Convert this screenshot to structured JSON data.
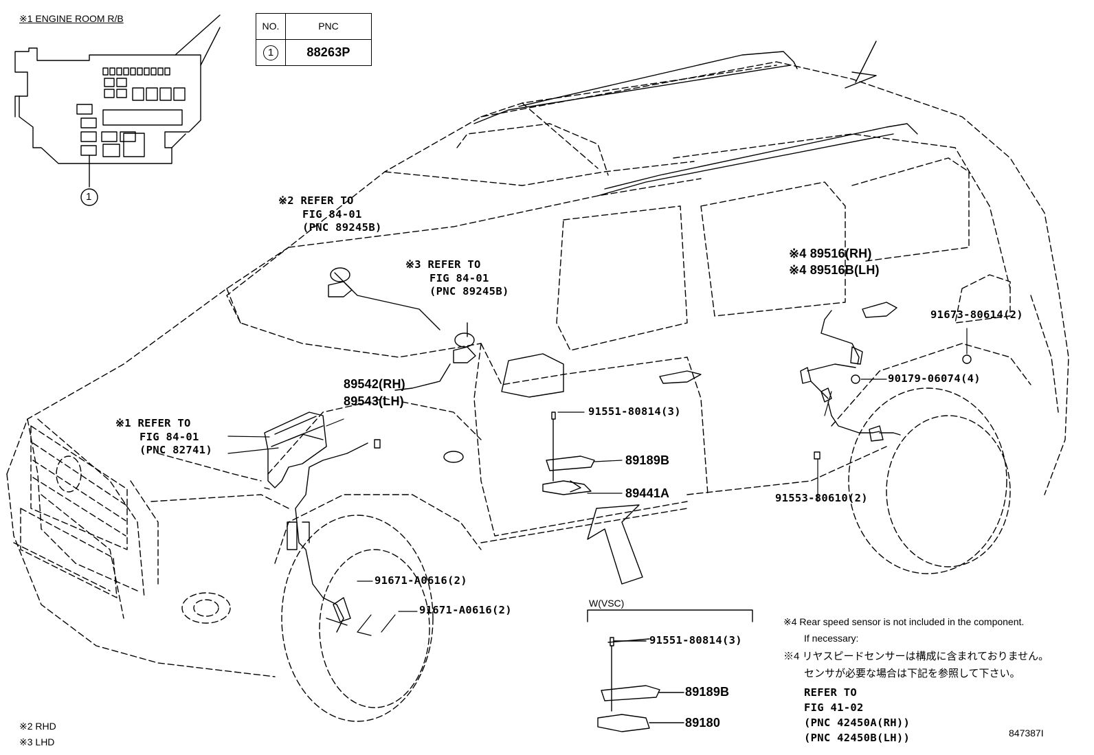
{
  "header": {
    "engine_room_title": "※1 ENGINE ROOM R/B"
  },
  "pnc_table": {
    "col_no": "NO.",
    "col_pnc": "PNC",
    "rows": [
      {
        "no": "1",
        "pnc": "88263P"
      }
    ]
  },
  "callout_1": "1",
  "refs": {
    "ref2": {
      "line1": "※2 REFER TO",
      "line2": "FIG 84-01",
      "line3": "(PNC 89245B)"
    },
    "ref3": {
      "line1": "※3 REFER TO",
      "line2": "FIG 84-01",
      "line3": "(PNC 89245B)"
    },
    "ref1": {
      "line1": "※1 REFER TO",
      "line2": "FIG 84-01",
      "line3": "(PNC 82741)"
    }
  },
  "parts": {
    "p89542": "89542(RH)",
    "p89543": "89543(LH)",
    "p89516": "※4 89516(RH)",
    "p89516b": "※4 89516B(LH)",
    "p91673": "91673-80614(2)",
    "p90179": "90179-06074(4)",
    "p91551_a": "91551-80814(3)",
    "p89189b_a": "89189B",
    "p89441a": "89441A",
    "p91553": "91553-80610(2)",
    "p91671_a": "91671-A0616(2)",
    "p91671_b": "91671-A0616(2)",
    "p91551_b": "91551-80814(3)",
    "p89189b_b": "89189B",
    "p89180": "89180"
  },
  "vsc_title": "W(VSC)",
  "notes": {
    "en_line1": "※4 Rear speed sensor is not included in the component.",
    "en_line2": "If necessary:",
    "jp_line1": "※4 リヤスピードセンサーは構成に含まれておりません。",
    "jp_line2": "センサが必要な場合は下記を参照して下さい。",
    "refer_line1": "REFER TO",
    "refer_line2": "FIG 41-02",
    "refer_line3": "(PNC 42450A(RH))",
    "refer_line4": "(PNC 42450B(LH))"
  },
  "legend": {
    "rhd": "※2 RHD",
    "lhd": "※3 LHD"
  },
  "drawing_number": "847387I"
}
